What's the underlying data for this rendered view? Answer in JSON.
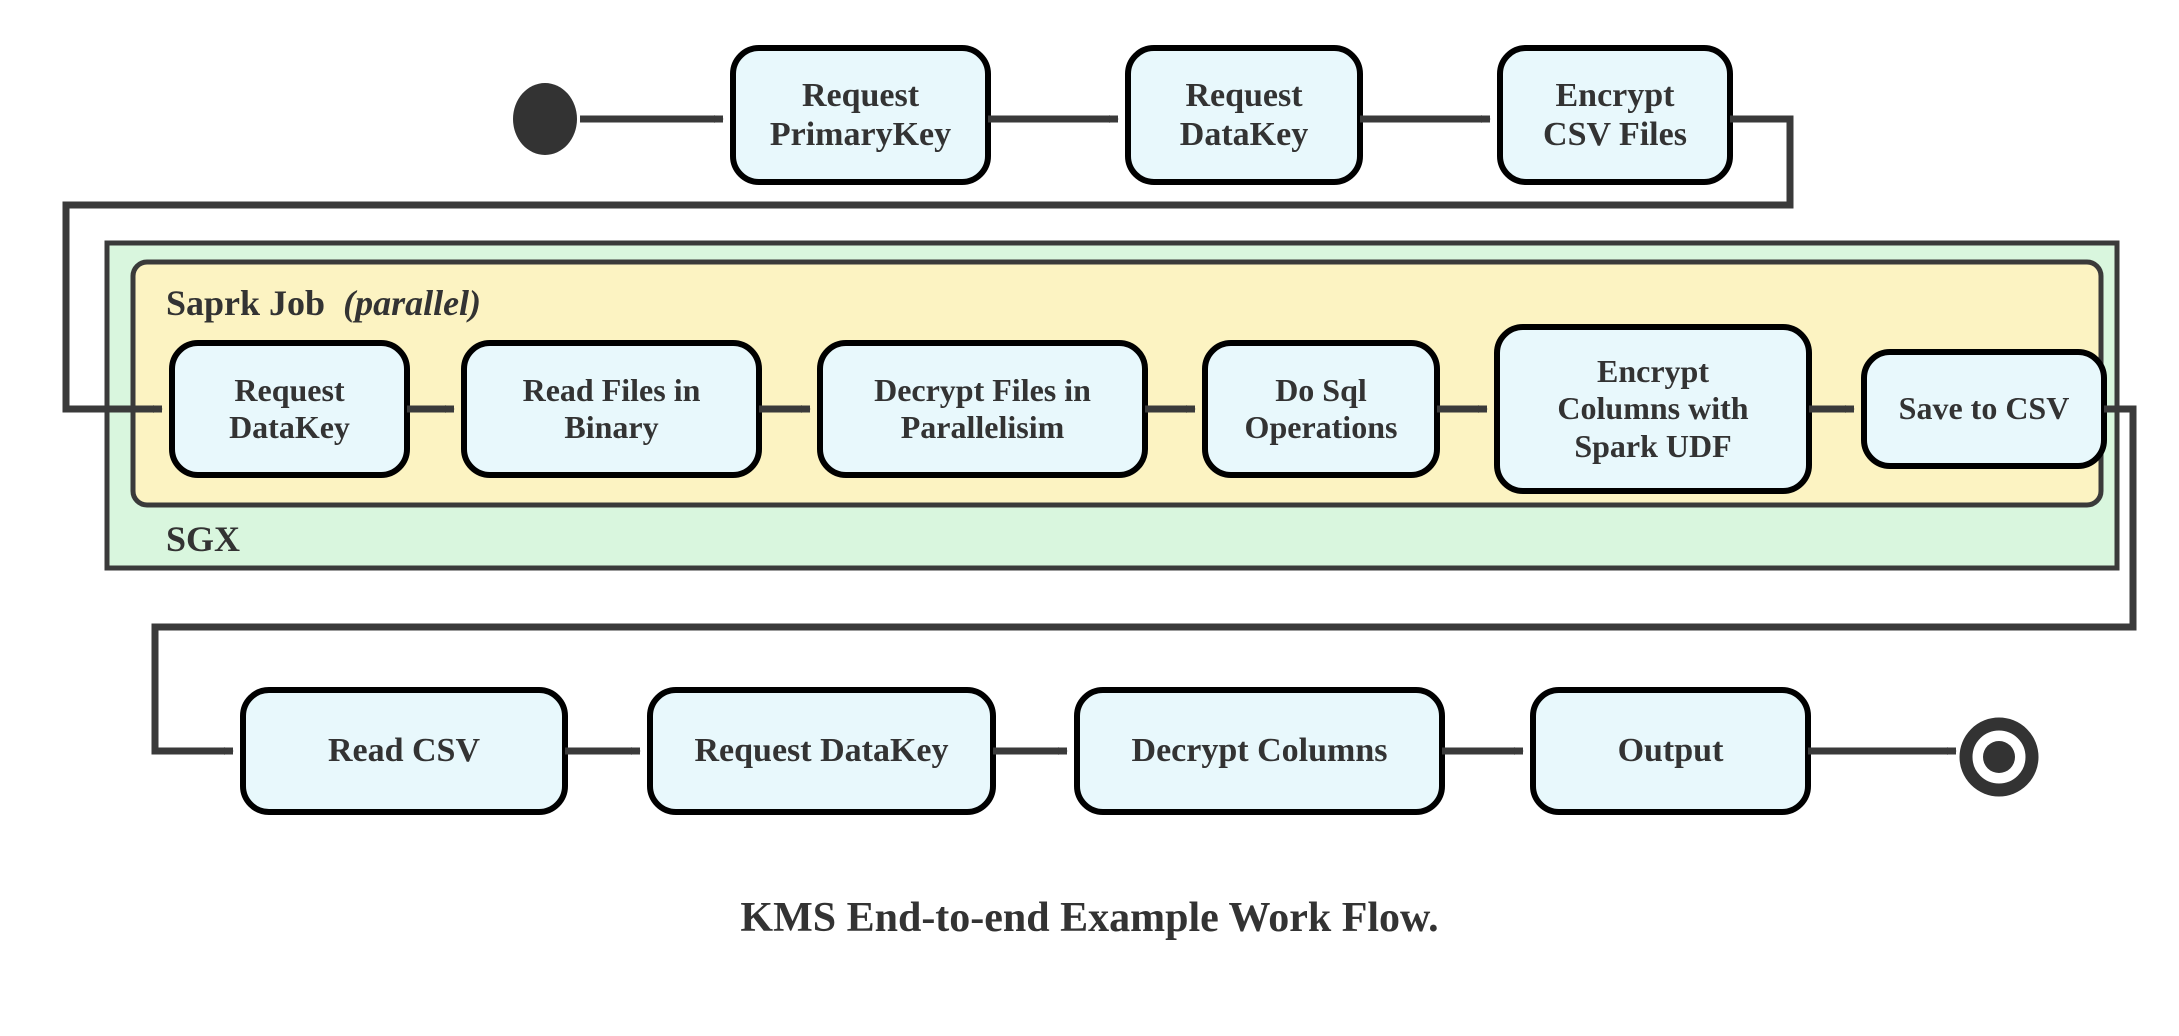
{
  "diagram": {
    "caption": "KMS End-to-end Example Work Flow.",
    "type": "uml-activity-diagram",
    "colors": {
      "node_fill": "#e8f8fc",
      "node_stroke": "#000000",
      "sgx_fill": "#d9f6de",
      "spark_fill": "#fcf3c2",
      "container_stroke": "#3a3a3a",
      "edge_stroke": "#3a3a3a",
      "text": "#333333",
      "background": "#ffffff"
    },
    "start_node": {
      "name": "initial-node",
      "shape": "filled-ellipse"
    },
    "end_node": {
      "name": "final-node",
      "shape": "bullseye"
    },
    "containers": [
      {
        "id": "sgx",
        "label": "SGX",
        "label_suffix": "",
        "fill": "#d9f6de"
      },
      {
        "id": "spark",
        "label": "Saprk Job",
        "label_suffix": "(parallel)",
        "fill": "#fcf3c2"
      }
    ],
    "rows": [
      {
        "id": "row-top",
        "nodes": [
          {
            "id": "request-primarykey",
            "label": "Request\nPrimaryKey"
          },
          {
            "id": "request-datakey-top",
            "label": "Request\nDataKey"
          },
          {
            "id": "encrypt-csv-files",
            "label": "Encrypt\nCSV Files"
          }
        ]
      },
      {
        "id": "row-spark",
        "nodes": [
          {
            "id": "request-datakey-spark",
            "label": "Request\nDataKey"
          },
          {
            "id": "read-files-in-binary",
            "label": "Read Files in\nBinary"
          },
          {
            "id": "decrypt-files-in-parallelisim",
            "label": "Decrypt Files in\nParallelisim"
          },
          {
            "id": "do-sql-operations",
            "label": "Do Sql\nOperations"
          },
          {
            "id": "encrypt-columns-with-spark-udf",
            "label": "Encrypt\nColumns with\nSpark UDF"
          },
          {
            "id": "save-to-csv",
            "label": "Save to CSV"
          }
        ]
      },
      {
        "id": "row-bottom",
        "nodes": [
          {
            "id": "read-csv",
            "label": "Read CSV"
          },
          {
            "id": "request-datakey-bottom",
            "label": "Request DataKey"
          },
          {
            "id": "decrypt-columns",
            "label": "Decrypt Columns"
          },
          {
            "id": "output",
            "label": "Output"
          }
        ]
      }
    ],
    "flow_sequence": [
      "start",
      "Request PrimaryKey",
      "Request DataKey",
      "Encrypt CSV Files",
      "Request DataKey",
      "Read Files in Binary",
      "Decrypt Files in Parallelisim",
      "Do Sql Operations",
      "Encrypt Columns with Spark UDF",
      "Save to CSV",
      "Read CSV",
      "Request DataKey",
      "Decrypt Columns",
      "Output",
      "end"
    ]
  }
}
